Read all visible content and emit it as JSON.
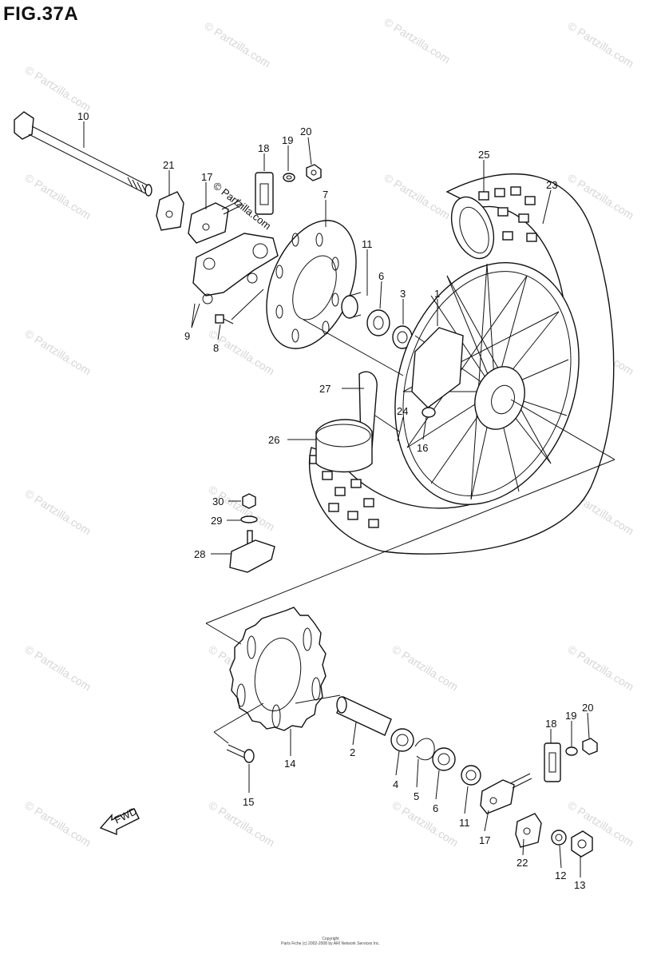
{
  "figure": {
    "title": "FIG.37A"
  },
  "watermark": {
    "text": "© Partzilla.com"
  },
  "copyright": {
    "line1": "Copyright",
    "line2": "Parts Fiche (c) 2002-2008 by ARI Network Services Inc."
  },
  "callouts": [
    {
      "id": "c10",
      "label": "10"
    },
    {
      "id": "c21",
      "label": "21"
    },
    {
      "id": "c17a",
      "label": "17"
    },
    {
      "id": "c18a",
      "label": "18"
    },
    {
      "id": "c19a",
      "label": "19"
    },
    {
      "id": "c20a",
      "label": "20"
    },
    {
      "id": "c7",
      "label": "7"
    },
    {
      "id": "c25",
      "label": "25"
    },
    {
      "id": "c23",
      "label": "23"
    },
    {
      "id": "c11a",
      "label": "11"
    },
    {
      "id": "c6a",
      "label": "6"
    },
    {
      "id": "c3",
      "label": "3"
    },
    {
      "id": "c1",
      "label": "1"
    },
    {
      "id": "c9",
      "label": "9"
    },
    {
      "id": "c8",
      "label": "8"
    },
    {
      "id": "c27",
      "label": "27"
    },
    {
      "id": "c24",
      "label": "24"
    },
    {
      "id": "c16",
      "label": "16"
    },
    {
      "id": "c26",
      "label": "26"
    },
    {
      "id": "c30",
      "label": "30"
    },
    {
      "id": "c29",
      "label": "29"
    },
    {
      "id": "c28",
      "label": "28"
    },
    {
      "id": "c2",
      "label": "2"
    },
    {
      "id": "c14",
      "label": "14"
    },
    {
      "id": "c15",
      "label": "15"
    },
    {
      "id": "c4",
      "label": "4"
    },
    {
      "id": "c5",
      "label": "5"
    },
    {
      "id": "c6b",
      "label": "6"
    },
    {
      "id": "c11b",
      "label": "11"
    },
    {
      "id": "c17b",
      "label": "17"
    },
    {
      "id": "c18b",
      "label": "18"
    },
    {
      "id": "c19b",
      "label": "19"
    },
    {
      "id": "c20b",
      "label": "20"
    },
    {
      "id": "c22",
      "label": "22"
    },
    {
      "id": "c12",
      "label": "12"
    },
    {
      "id": "c13",
      "label": "13"
    }
  ],
  "fwd_label": "FWD"
}
